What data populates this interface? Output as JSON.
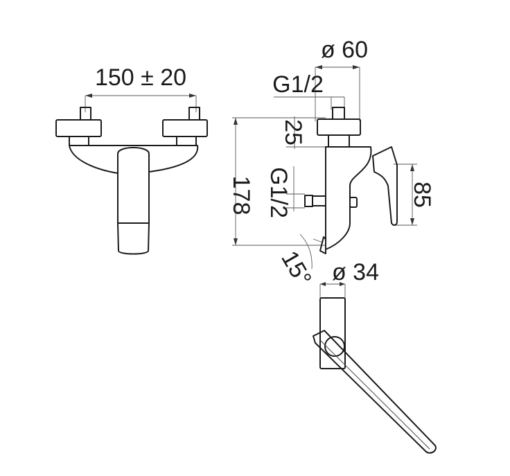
{
  "front_view": {
    "width_dimension": "150 ± 20"
  },
  "side_view": {
    "outlet_diameter": "ø 60",
    "thread_top": "G1/2",
    "connection_height": "25",
    "thread_side": "G1/2",
    "overall_height": "178",
    "lever_height": "85",
    "spout_angle": "15°"
  },
  "top_view": {
    "body_diameter": "ø 34"
  }
}
